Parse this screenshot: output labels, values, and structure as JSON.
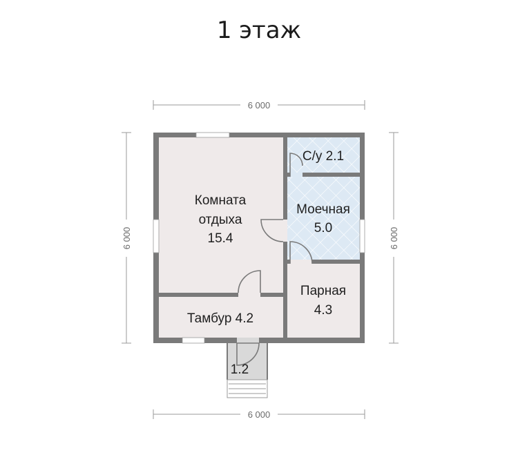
{
  "title": "1 этаж",
  "dimensions": {
    "top": "6 000",
    "bottom": "6 000",
    "left": "6 000",
    "right": "6 000"
  },
  "rooms": {
    "living": {
      "line1": "Комната",
      "line2": "отдыха",
      "area": "15.4"
    },
    "wc": {
      "label": "С/у 2.1"
    },
    "washroom": {
      "line1": "Моечная",
      "area": "5.0"
    },
    "steam": {
      "line1": "Парная",
      "area": "4.3"
    },
    "vestibule": {
      "label": "Тамбур 4.2"
    },
    "porch": {
      "label": "1.2"
    }
  },
  "colors": {
    "wall": "#7a7a7a",
    "floor": "#efeaea",
    "tile": "#dde9f4",
    "porch": "#d9d9d9",
    "dimension_line": "#9a9a9a"
  }
}
